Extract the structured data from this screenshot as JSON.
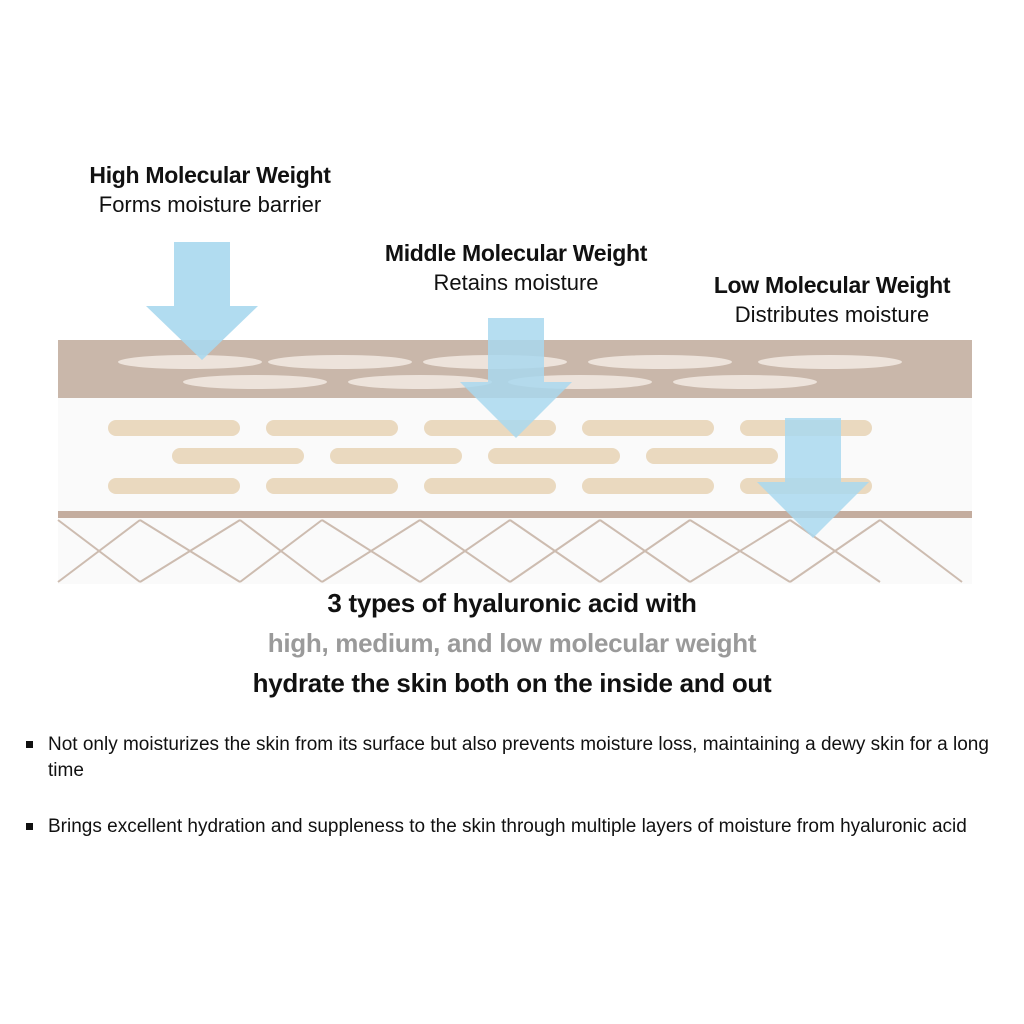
{
  "labels": {
    "high": {
      "title": "High Molecular Weight",
      "subtitle": "Forms moisture barrier"
    },
    "middle": {
      "title": "Middle Molecular Weight",
      "subtitle": "Retains moisture"
    },
    "low": {
      "title": "Low Molecular Weight",
      "subtitle": "Distributes moisture"
    }
  },
  "headline": {
    "line1": "3 types of hyaluronic acid with",
    "line2": "high, medium, and low molecular weight",
    "line3": "hydrate the skin both on the inside and out"
  },
  "bullets": [
    "Not only moisturizes the skin from its surface but also prevents moisture loss, maintaining a dewy skin for a long time",
    "Brings excellent hydration and suppleness to the skin through multiple layers of moisture from hyaluronic acid"
  ],
  "colors": {
    "arrow": "#a9d8ee",
    "top_layer": "#c9b7aa",
    "top_cells": "#ede3db",
    "middle_layer": "#fafafa",
    "middle_cells": "#ead9bf",
    "base_line": "#c4ad9f",
    "lattice": "#cdbcb0"
  },
  "icons": {
    "arrow": "down-arrow-icon",
    "bullet": "square-bullet-icon"
  }
}
